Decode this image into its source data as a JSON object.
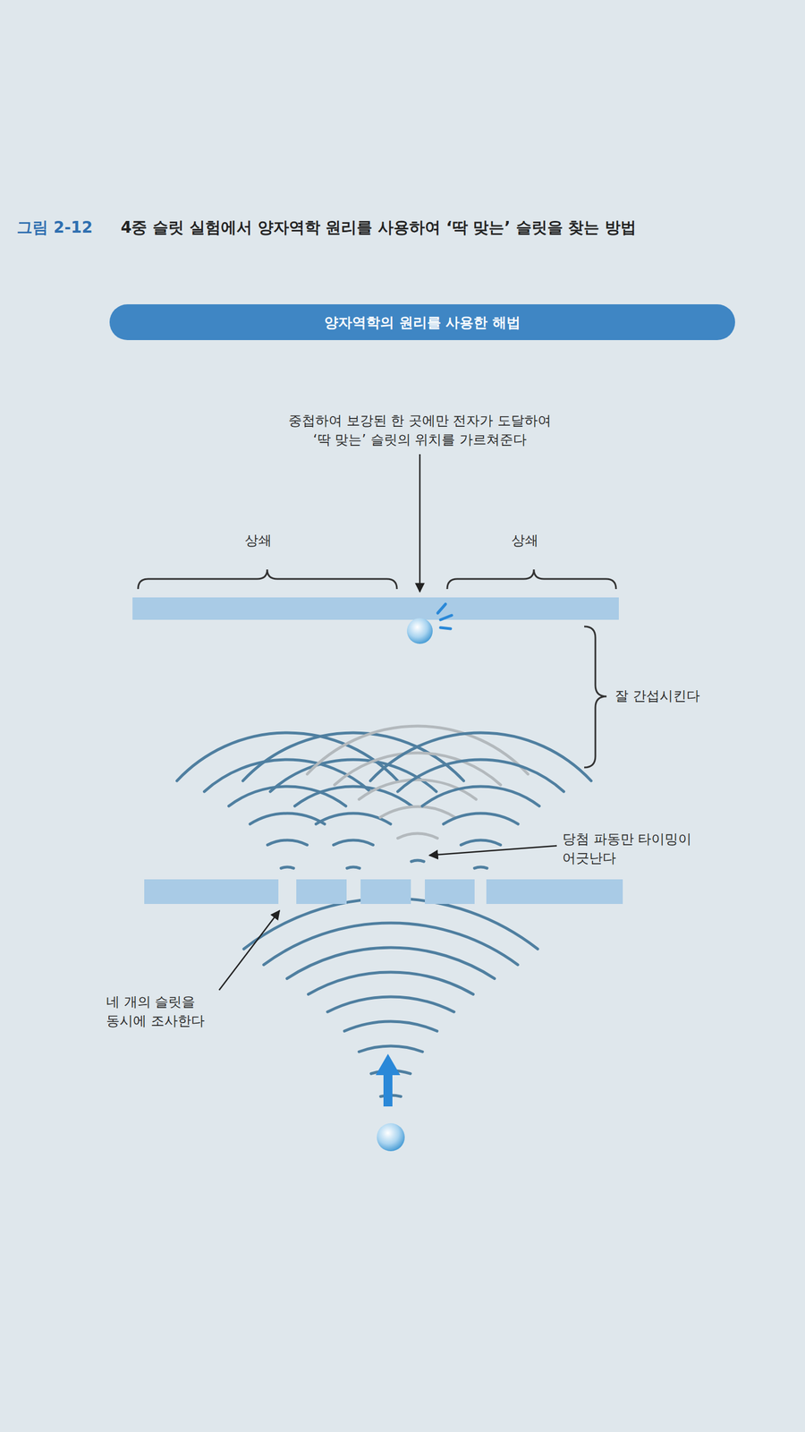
{
  "diagram": {
    "title": "4중 슬릿 실험에서 양자역학 원리를 사용하여 ‘딱 맞는’ 슬릿을 찾는 방법",
    "nodes": [
      {
        "text": [
          "양자역학의 원리를 사용한 해법"
        ]
      }
    ],
    "labels": [
      "그림 2-12",
      "중첩하여 보강된 한 곳에만 전자가 도달하여 ‘딱 맞는’ 슬릿의 위치를 가르쳐준다",
      "상쇄",
      "상쇄",
      "잘 간섭시킨다",
      "당첨 파동만 타이밍이 어긋난다",
      "네 개의 슬릿을 동시에 조사한다"
    ]
  }
}
